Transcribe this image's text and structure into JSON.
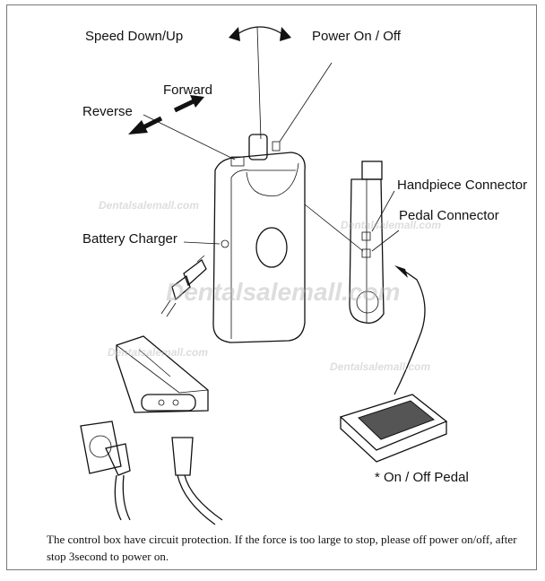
{
  "labels": {
    "speed": "Speed Down/Up",
    "power": "Power On / Off",
    "forward": "Forward",
    "reverse": "Reverse",
    "handpiece": "Handpiece Connector",
    "pedal_connector": "Pedal Connector",
    "battery": "Battery Charger",
    "pedal": "* On / Off Pedal"
  },
  "watermark": "Dentalsalemall.com",
  "caption": "The control box have circuit protection. If the force is too large to stop, please off power on/off, after stop 3second to power on."
}
